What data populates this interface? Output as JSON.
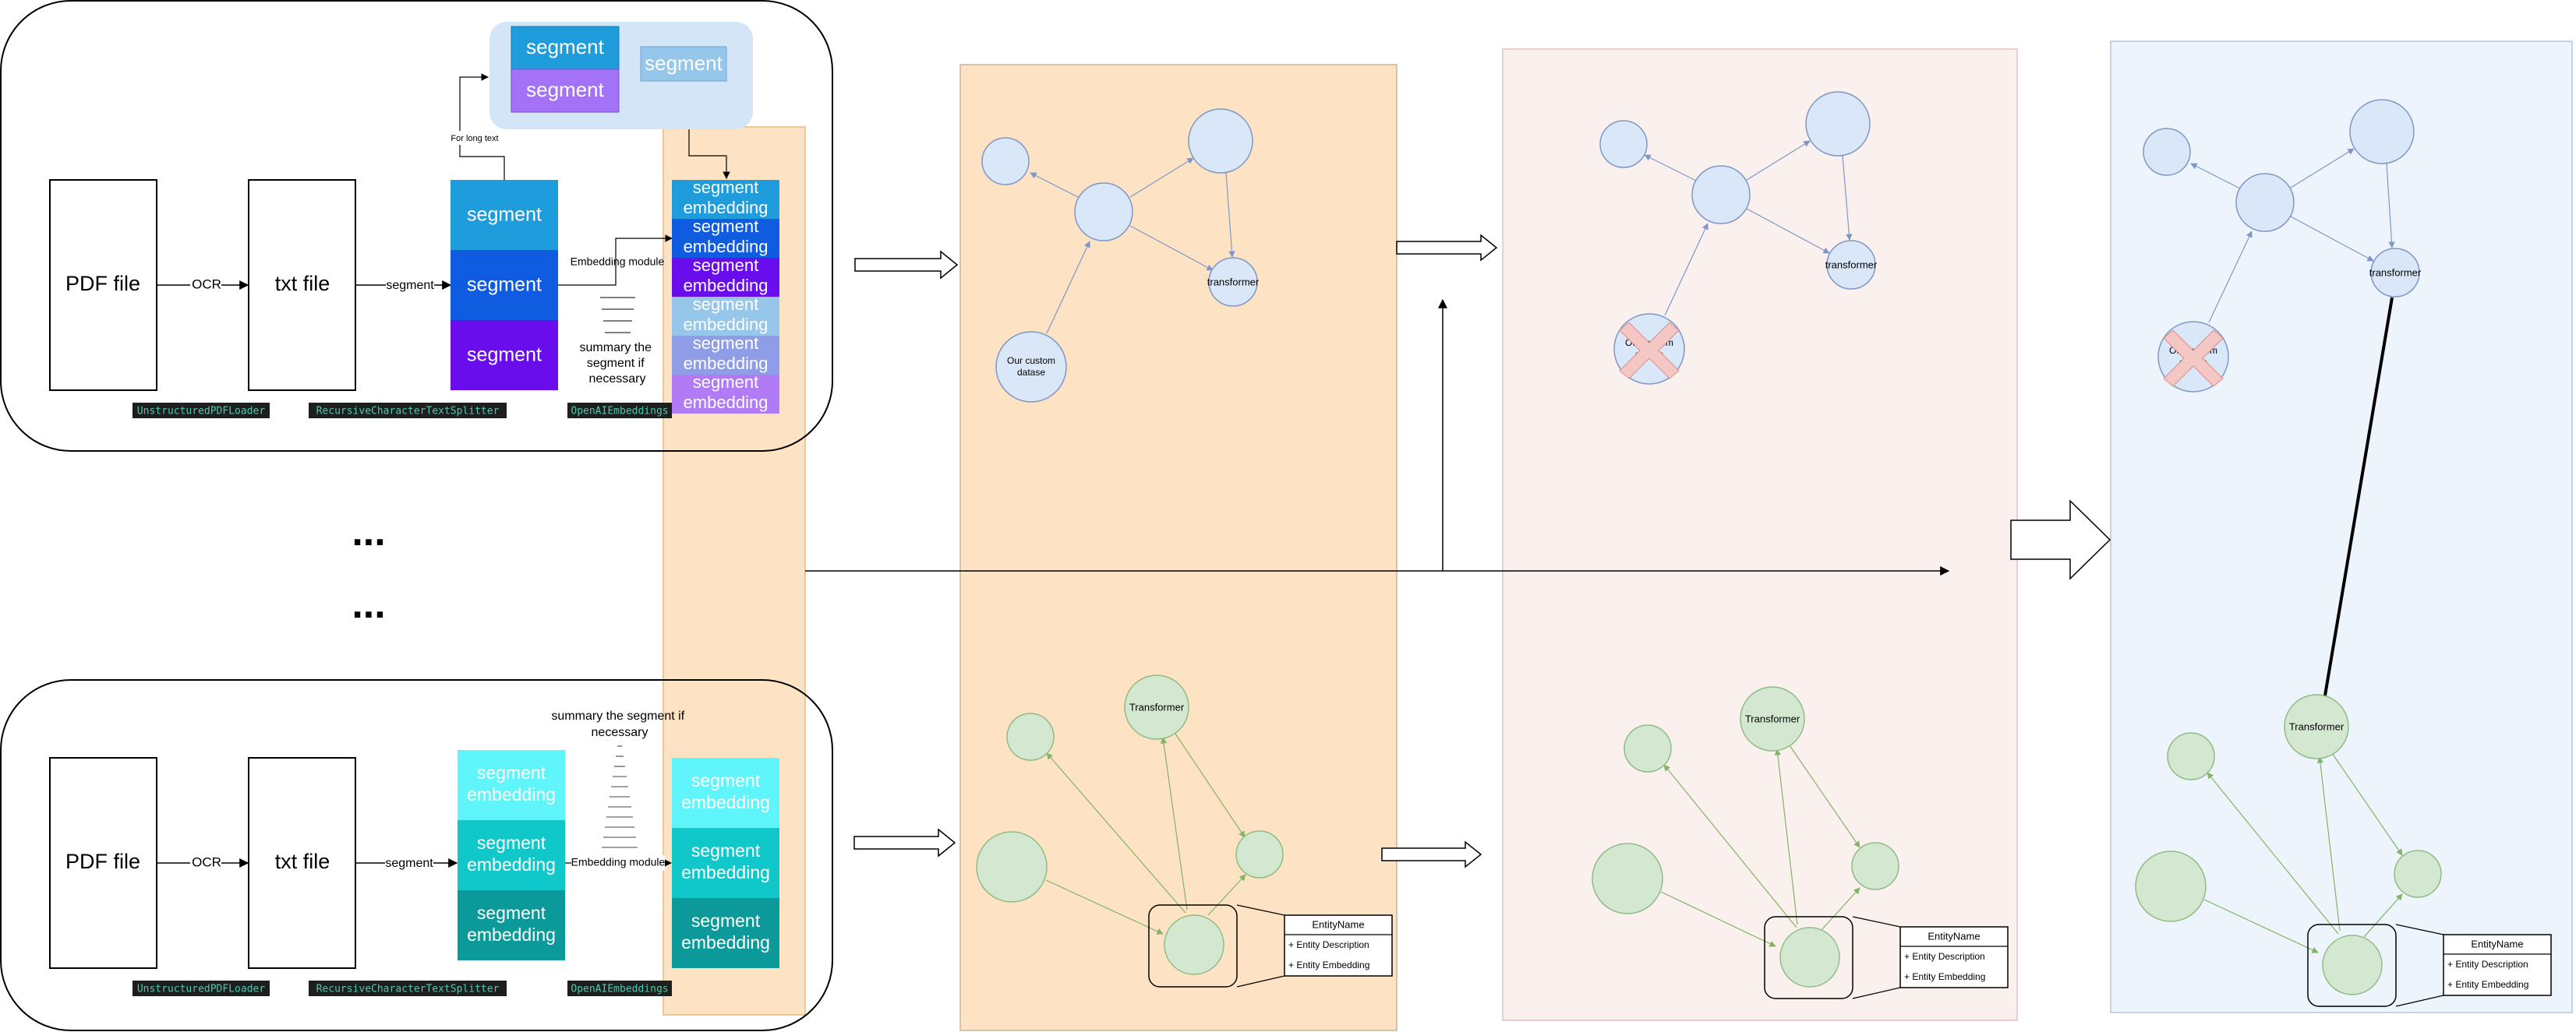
{
  "labels": {
    "pdf_file": "PDF file",
    "txt_file": "txt file",
    "ocr": "OCR",
    "segment_arrow": "segment",
    "segment": "segment",
    "segment_embedding": "segment embedding",
    "embedding_module": "Embedding module",
    "summary_top": "summary the segment if necessary",
    "summary_bottom": "summary the segment if necessary",
    "for_long_text": "For long text",
    "ellipsis": "...",
    "loader_tag": "UnstructuredPDFLoader",
    "splitter_tag": "RecursiveCharacterTextSplitter",
    "embeddings_tag": "OpenAIEmbeddings",
    "transformer_small": "transformer",
    "transformer_cap": "Transformer",
    "custom_dataset": "Our custom datase",
    "entity_name": "EntityName",
    "entity_description": "+ Entity Description",
    "entity_embedding": "+ Entity Embedding"
  },
  "colors": {
    "seg_blue": "#1f9cdc",
    "seg_mid_blue": "#0f5ce1",
    "seg_purple": "#6a0dec",
    "seg_light_blue": "#96c7ea",
    "seg_violet": "#9b6cf4",
    "cyan_light": "#5ff5fa",
    "cyan_mid": "#10c7ca",
    "cyan_dark": "#0b9a99",
    "panel_orange": "#fde3c3",
    "panel_pink": "#faf0ee",
    "panel_blue": "#eef4fc",
    "node_blue_fill": "#dae7f8",
    "node_blue_stroke": "#7f97c5",
    "node_green_fill": "#d4e8d1",
    "node_green_stroke": "#8fbc84",
    "x_mark": "#f4c6c4"
  }
}
